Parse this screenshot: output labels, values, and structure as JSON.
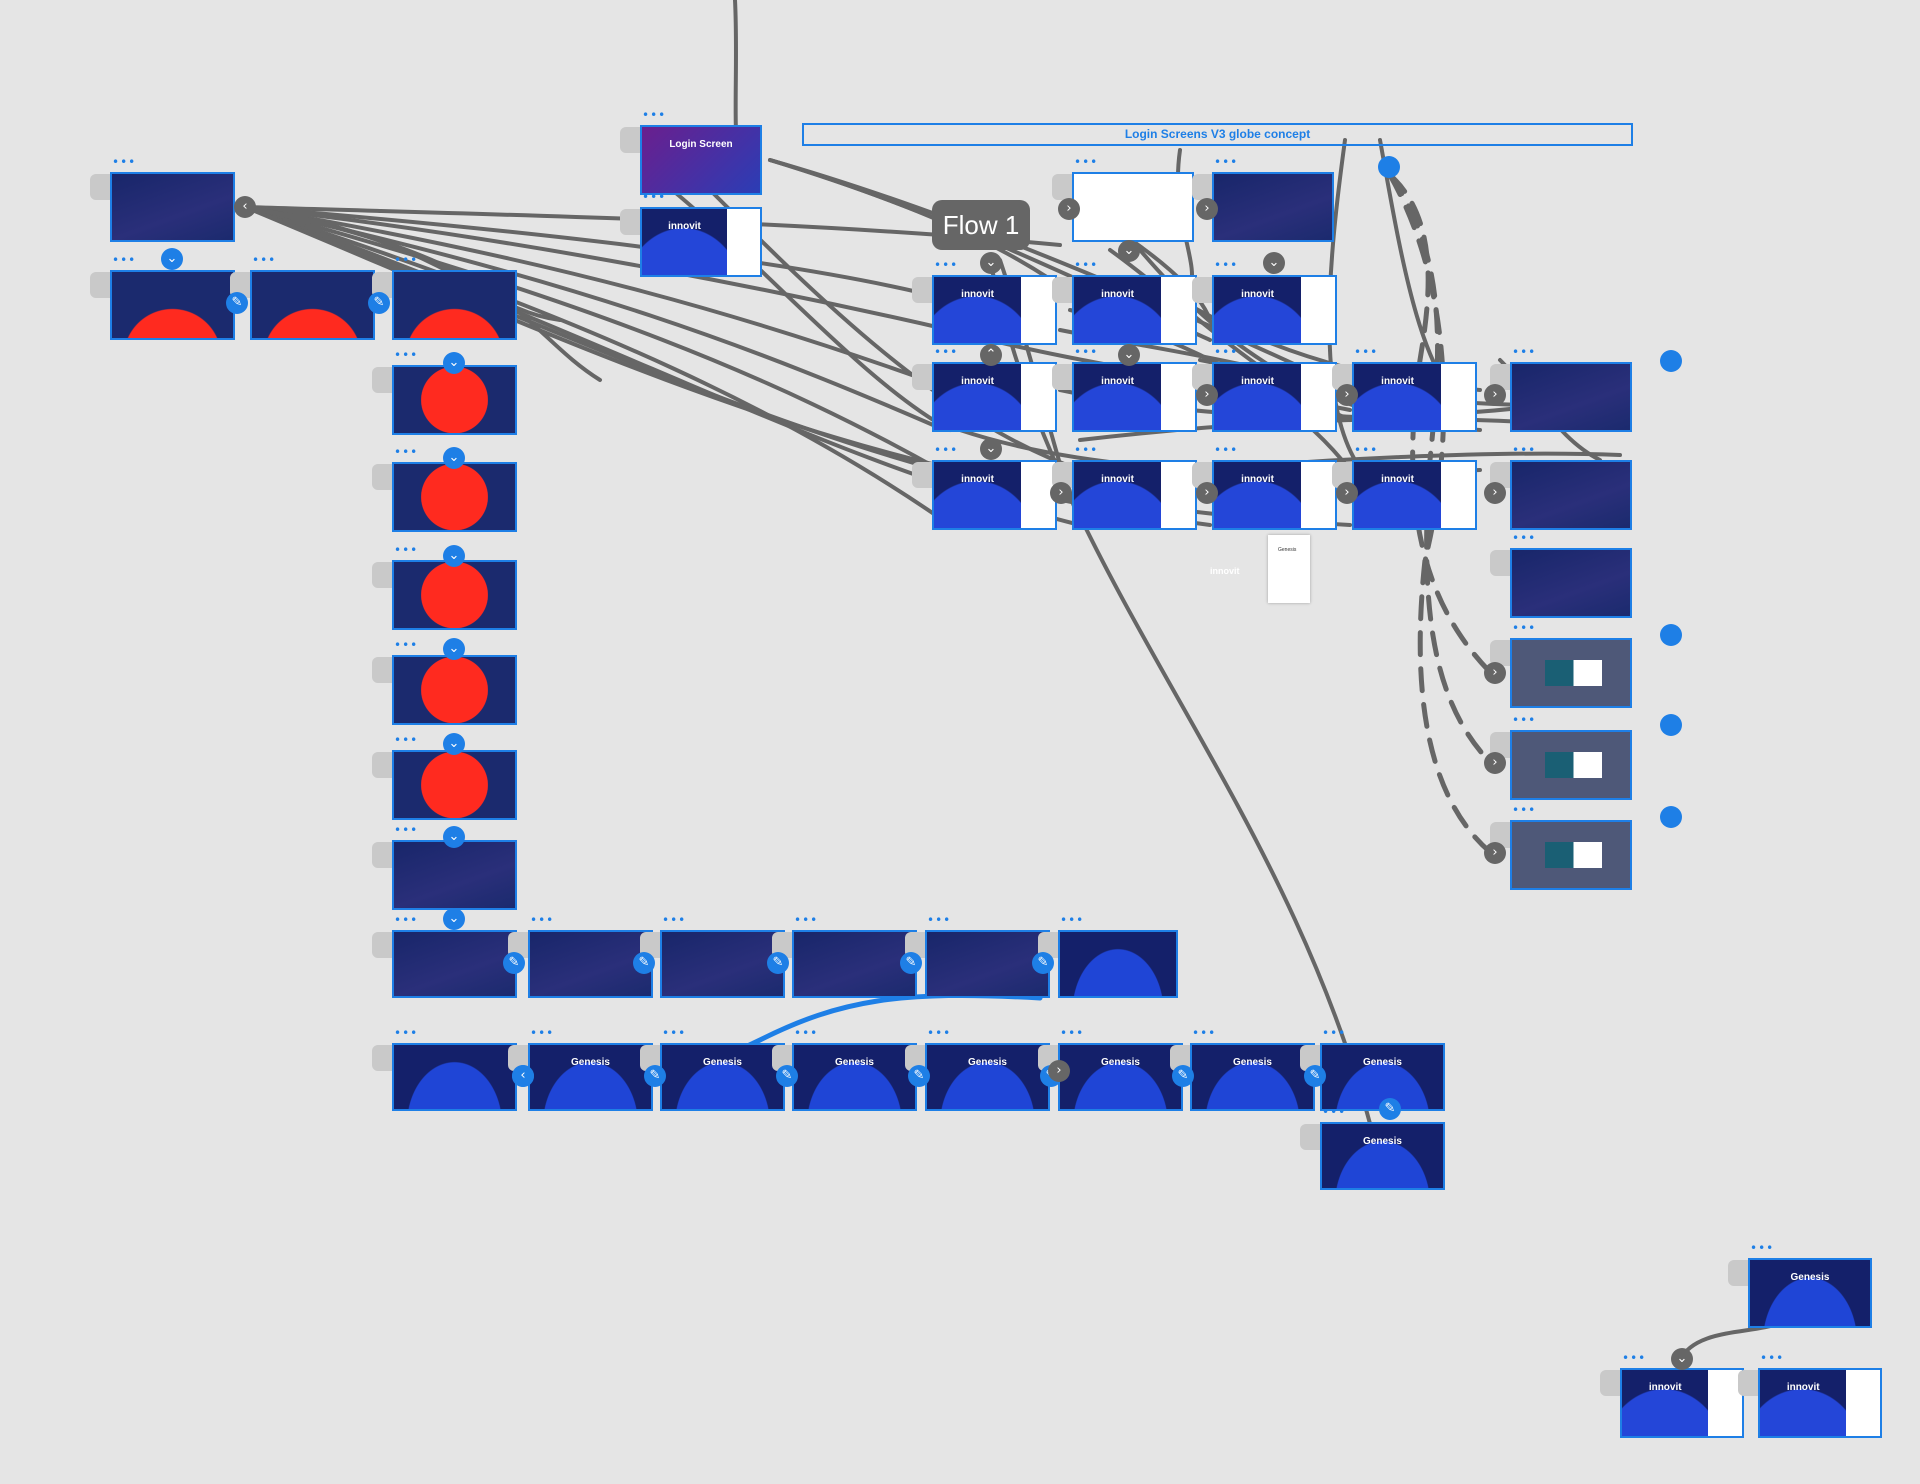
{
  "canvas": {
    "title": "Login Screens V3 globe concept",
    "flow_label": "Flow 1",
    "more_menu": "•••",
    "colors": {
      "background": "#e5e5e5",
      "accent": "#1e7fe6",
      "wire": "#666666",
      "frame_bg": "#1b2a6e",
      "planet": "#ff2a1f"
    }
  },
  "frames": {
    "login_screen": "Login Screen",
    "innovit_brand": "innovit",
    "genesis_brand": "Genesis",
    "genesis_card_label": "Genesis"
  },
  "icons": {
    "expand": "chevron-down-icon",
    "collapse": "chevron-up-icon",
    "next": "chevron-right-icon",
    "back": "chevron-left-icon",
    "edit": "pencil-icon",
    "connector": "pin-icon"
  }
}
